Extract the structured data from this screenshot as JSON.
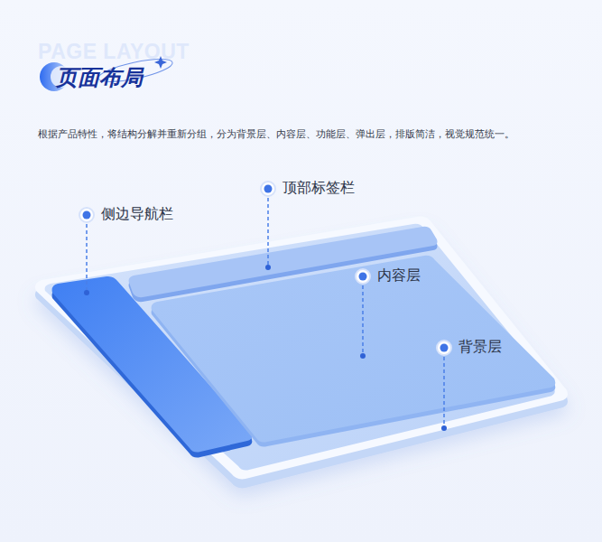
{
  "diagram": {
    "title": "页面布局",
    "caption": "根据产品特性，将结构分解并重新分组，分为背景层、内容层、功能层、弹出层，排版简洁，视觉规范统一。",
    "labels": [
      "PAGE LAYOUT",
      "侧边导航栏",
      "顶部标签栏",
      "内容层",
      "背景层"
    ]
  }
}
